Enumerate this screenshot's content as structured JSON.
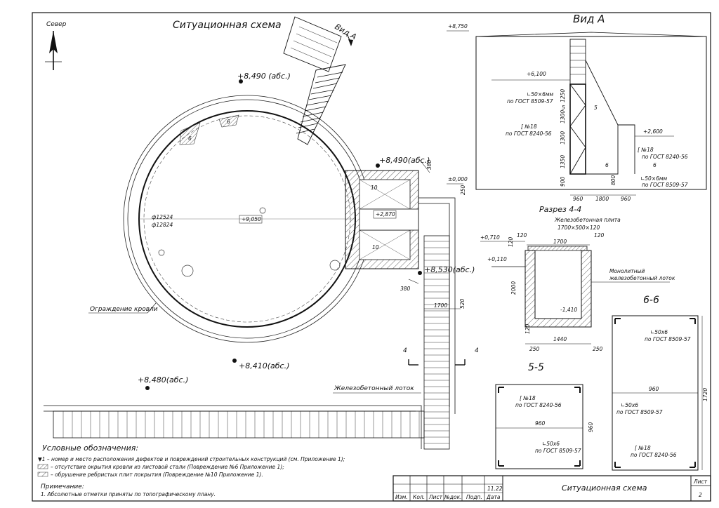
{
  "sheet_title": "Ситуационная схема",
  "north": {
    "label": "Север"
  },
  "view_a_arrow": "Вид А",
  "elevations": {
    "e1": "+8,490 (абс.)",
    "e2": "+8,490(абс.)",
    "e3": "+8,530(абс.)",
    "e4": "+8,410(абс.)",
    "e5": "+8,480(абс.)",
    "zero": "±0,000",
    "tank_top": "+9,050",
    "annex": "+2,870"
  },
  "tank": {
    "d_outer": "ф12524",
    "d_inner": "ф12824",
    "defect_a": "6",
    "defect_b": "6",
    "defect_c": "10",
    "defect_d": "10",
    "fence_label": "Ограждение кровли"
  },
  "plan_dims": {
    "d380a": "380",
    "d250": "250",
    "d380b": "380",
    "d520": "520",
    "d1700": "1700",
    "cut4a": "4",
    "cut4b": "4",
    "tray_label": "Железобетонный лоток"
  },
  "view_a": {
    "title": "Вид А",
    "top_elev": "+8,750",
    "elev_6100": "+6,100",
    "angle_1": "∟50×6мм",
    "angle_1_std": "по ГОСТ 8509-57",
    "channel_1": "[ №18",
    "channel_1_std": "по ГОСТ 8240-56",
    "elev_2600": "+2,600",
    "channel_2": "[ №18",
    "channel_2_std": "по ГОСТ 8240-56",
    "angle_2": "∟50×6мм",
    "angle_2_std": "по ГОСТ 8509-57",
    "cut5a": "5",
    "cut5b": "5",
    "cut6a": "6",
    "cut6b": "6",
    "h1250": "1250",
    "h1300a": "1300",
    "h1300b": "1300",
    "h1350": "1350",
    "h900": "900",
    "h800": "800",
    "w960a": "960",
    "w1800": "1800",
    "w960b": "960"
  },
  "section_4_4": {
    "title": "Разрез 4-4",
    "slab_label": "Железобетонная плита",
    "slab_size": "1700×500×120",
    "w120a": "120",
    "w1700": "1700",
    "w120b": "120",
    "elev_0710": "+0,710",
    "elev_0110": "+0,110",
    "h120a": "120",
    "h120b": "120",
    "h2000": "2000",
    "elev_1410": "-1,410",
    "w250a": "250",
    "w1440": "1440",
    "w250b": "250",
    "mono_label_1": "Монолитный",
    "mono_label_2": "железобетонный лоток"
  },
  "section_5_5": {
    "title": "5-5",
    "channel": "[ №18",
    "channel_std": "по ГОСТ 8240-56",
    "w960": "960",
    "h960": "960",
    "angle": "∟50х6",
    "angle_std": "по ГОСТ 8509-57"
  },
  "section_6_6": {
    "title": "6-6",
    "angle_top": "∟50х6",
    "angle_top_std": "по ГОСТ 8509-57",
    "w960": "960",
    "angle_mid": "∟50х6",
    "angle_mid_std": "по ГОСТ 8509-57",
    "channel": "[ №18",
    "channel_std": "по ГОСТ 8240-56",
    "h1720": "1720"
  },
  "legend": {
    "title": "Условные обозначения:",
    "items": [
      "▼1 – номер и место расположения дефектов и повреждений строительных конструкций (см. Приложение 1);",
      "– отсутствие окрытия кровли из листовой стали (Повреждение №6 Приложение 1);",
      "– обрушение ребристых плит покрытия (Повреждение №10 Приложение 1)."
    ],
    "note_title": "Примечание:",
    "note": "1. Абсолютные отметки приняты по топографическому плану."
  },
  "title_block": {
    "headers": [
      "Изм.",
      "Кол.",
      "Лист",
      "№док.",
      "Подп.",
      "Дата"
    ],
    "date": "11.22",
    "name": "Ситуационная схема",
    "sheet_label": "Лист",
    "sheet_no": "2"
  }
}
